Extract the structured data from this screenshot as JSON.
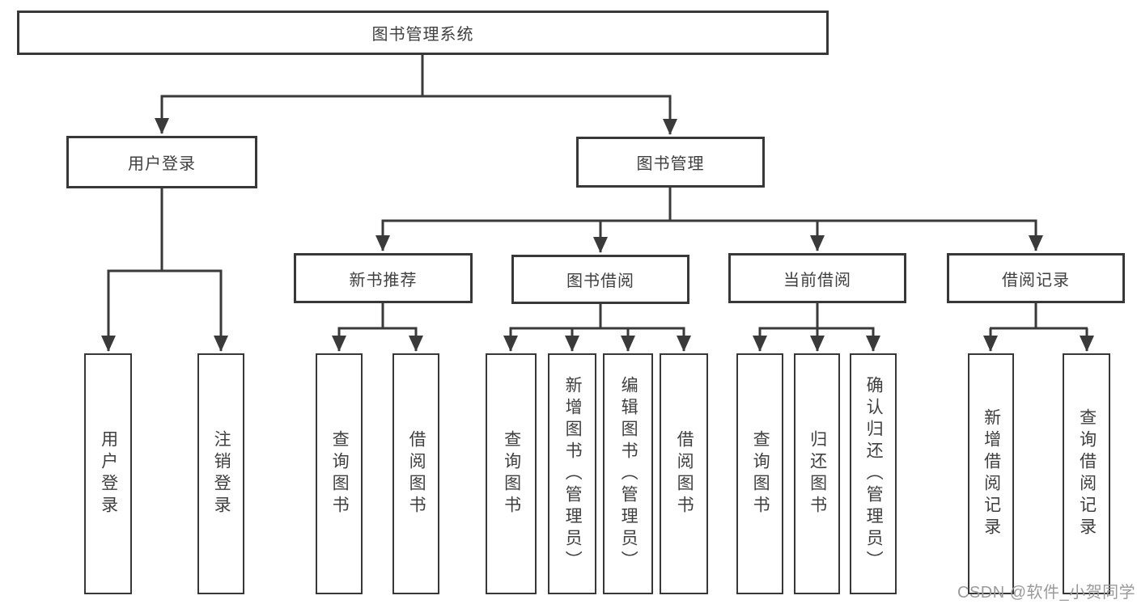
{
  "diagram": {
    "type": "tree",
    "tree": {
      "label": "图书管理系统",
      "children": [
        {
          "label": "用户登录",
          "children": [
            {
              "label": "用户登录"
            },
            {
              "label": "注销登录"
            }
          ]
        },
        {
          "label": "图书管理",
          "children": [
            {
              "label": "新书推荐",
              "children": [
                {
                  "label": "查询图书"
                },
                {
                  "label": "借阅图书"
                }
              ]
            },
            {
              "label": "图书借阅",
              "children": [
                {
                  "label": "查询图书"
                },
                {
                  "label": "新增图书（管理员）"
                },
                {
                  "label": "编辑图书（管理员）"
                },
                {
                  "label": "借阅图书"
                }
              ]
            },
            {
              "label": "当前借阅",
              "children": [
                {
                  "label": "查询图书"
                },
                {
                  "label": "归还图书"
                },
                {
                  "label": "确认归还（管理员）"
                }
              ]
            },
            {
              "label": "借阅记录",
              "children": [
                {
                  "label": "新增借阅记录"
                },
                {
                  "label": "查询借阅记录"
                }
              ]
            }
          ]
        }
      ]
    }
  },
  "watermark": {
    "text": "CSDN @软件_小贺同学"
  },
  "colors": {
    "line": "#3a3a3a",
    "border": "#383838",
    "text": "#3f3f3f",
    "watermark": "#9a9a9a",
    "background": "#ffffff"
  }
}
